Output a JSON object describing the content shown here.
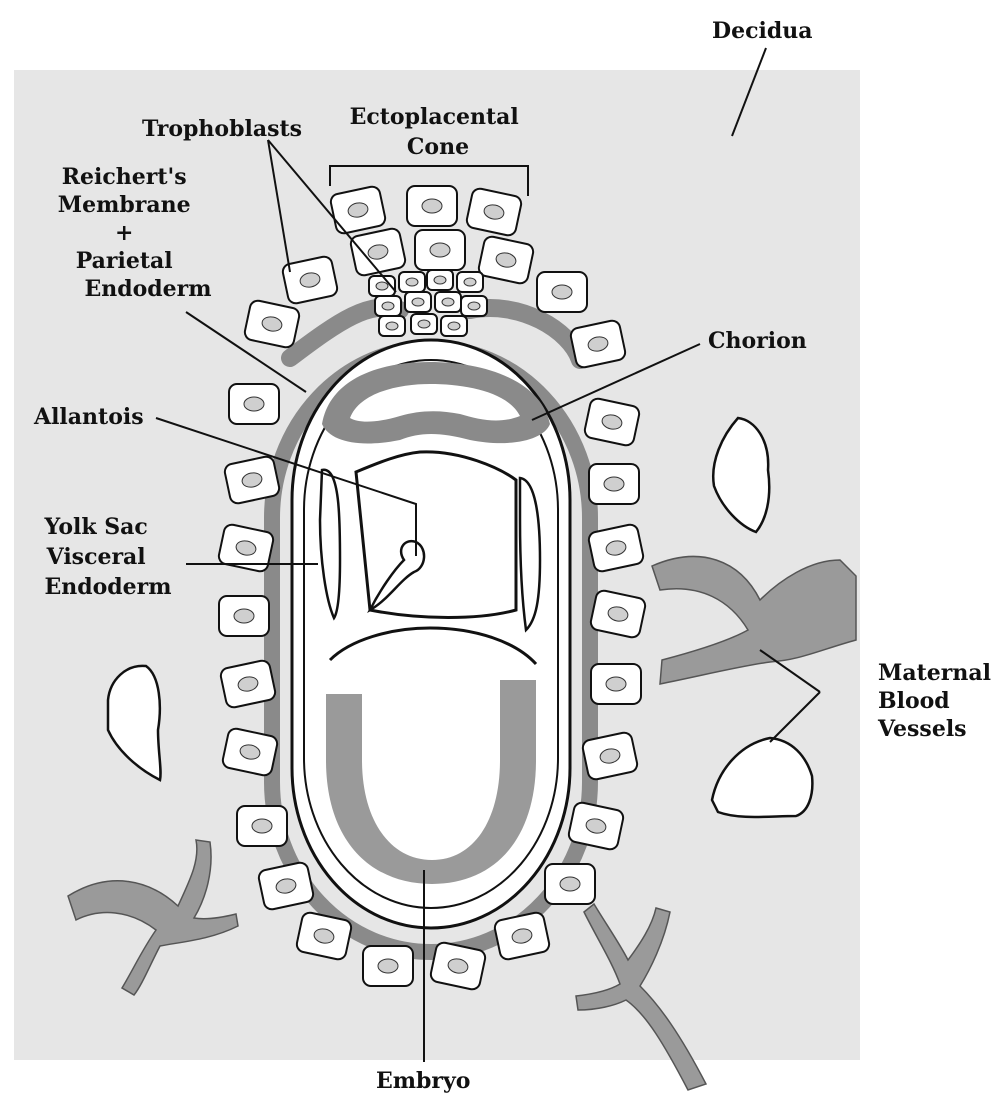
{
  "labels": {
    "decidua": "Decidua",
    "trophoblasts": "Trophoblasts",
    "ectoplacental_cone": [
      "Ectoplacental",
      "Cone"
    ],
    "reicherts": [
      "Reichert's",
      "Membrane",
      "+",
      "Parietal",
      "Endoderm"
    ],
    "chorion": "Chorion",
    "allantois": "Allantois",
    "yolk_sac": [
      "Yolk Sac",
      "Visceral",
      "Endoderm"
    ],
    "maternal": [
      "Maternal",
      "Blood",
      "Vessels"
    ],
    "embryo": "Embryo"
  },
  "colors": {
    "decidua": "#e6e6e6",
    "tissue": "#8a8a8a",
    "vessel_fill": "#9a9a9a",
    "cell_fill": "#ffffff",
    "nucleus": "#cfcfcf",
    "outline": "#111111"
  }
}
